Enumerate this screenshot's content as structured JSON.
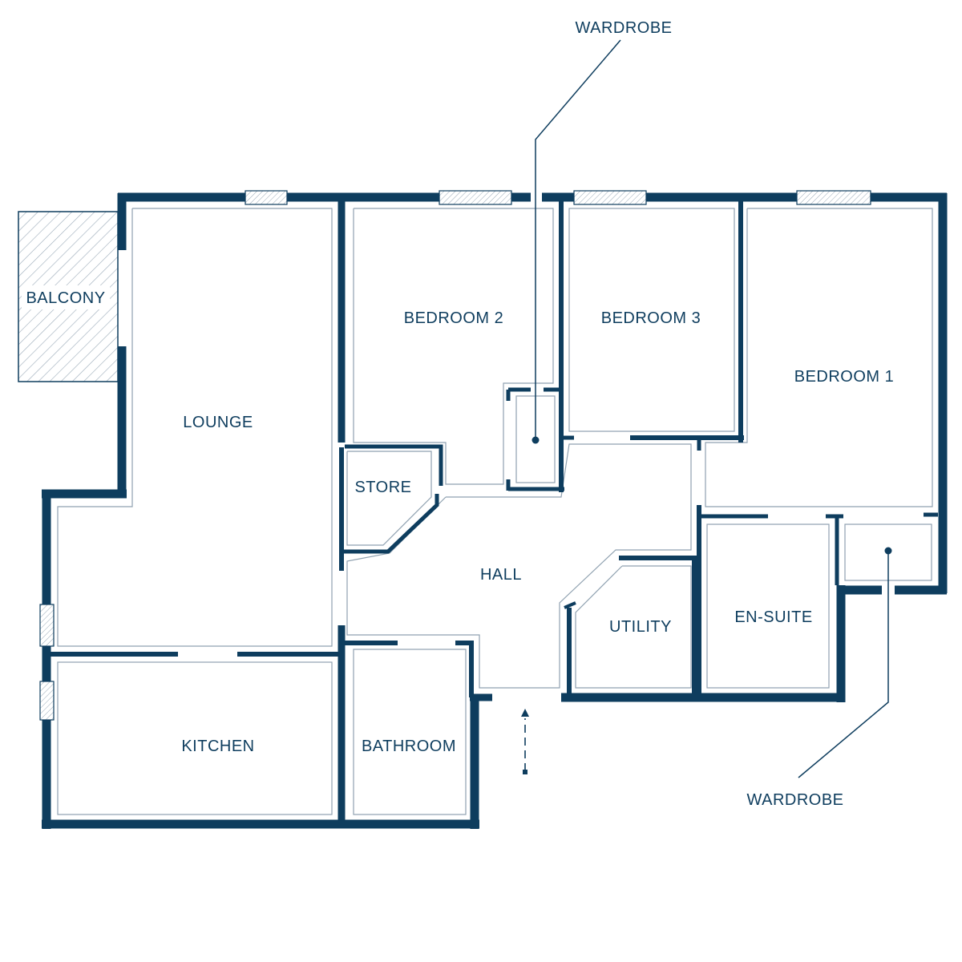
{
  "colors": {
    "wall": "#0e3d5e",
    "inner_line": "#8fa1b0",
    "window_hatch": "#9aaab8",
    "background": "#ffffff"
  },
  "rooms": {
    "lounge": "LOUNGE",
    "balcony": "BALCONY",
    "bedroom_2": "BEDROOM 2",
    "bedroom_3": "BEDROOM 3",
    "bedroom_1": "BEDROOM 1",
    "store": "STORE",
    "hall": "HALL",
    "utility": "UTILITY",
    "en_suite": "EN-SUITE",
    "kitchen": "KITCHEN",
    "bathroom": "BATHROOM"
  },
  "callouts": {
    "wardrobe_top": "WARDROBE",
    "wardrobe_bottom": "WARDROBE"
  },
  "entrance": {
    "icon": "entrance-arrow-icon"
  }
}
